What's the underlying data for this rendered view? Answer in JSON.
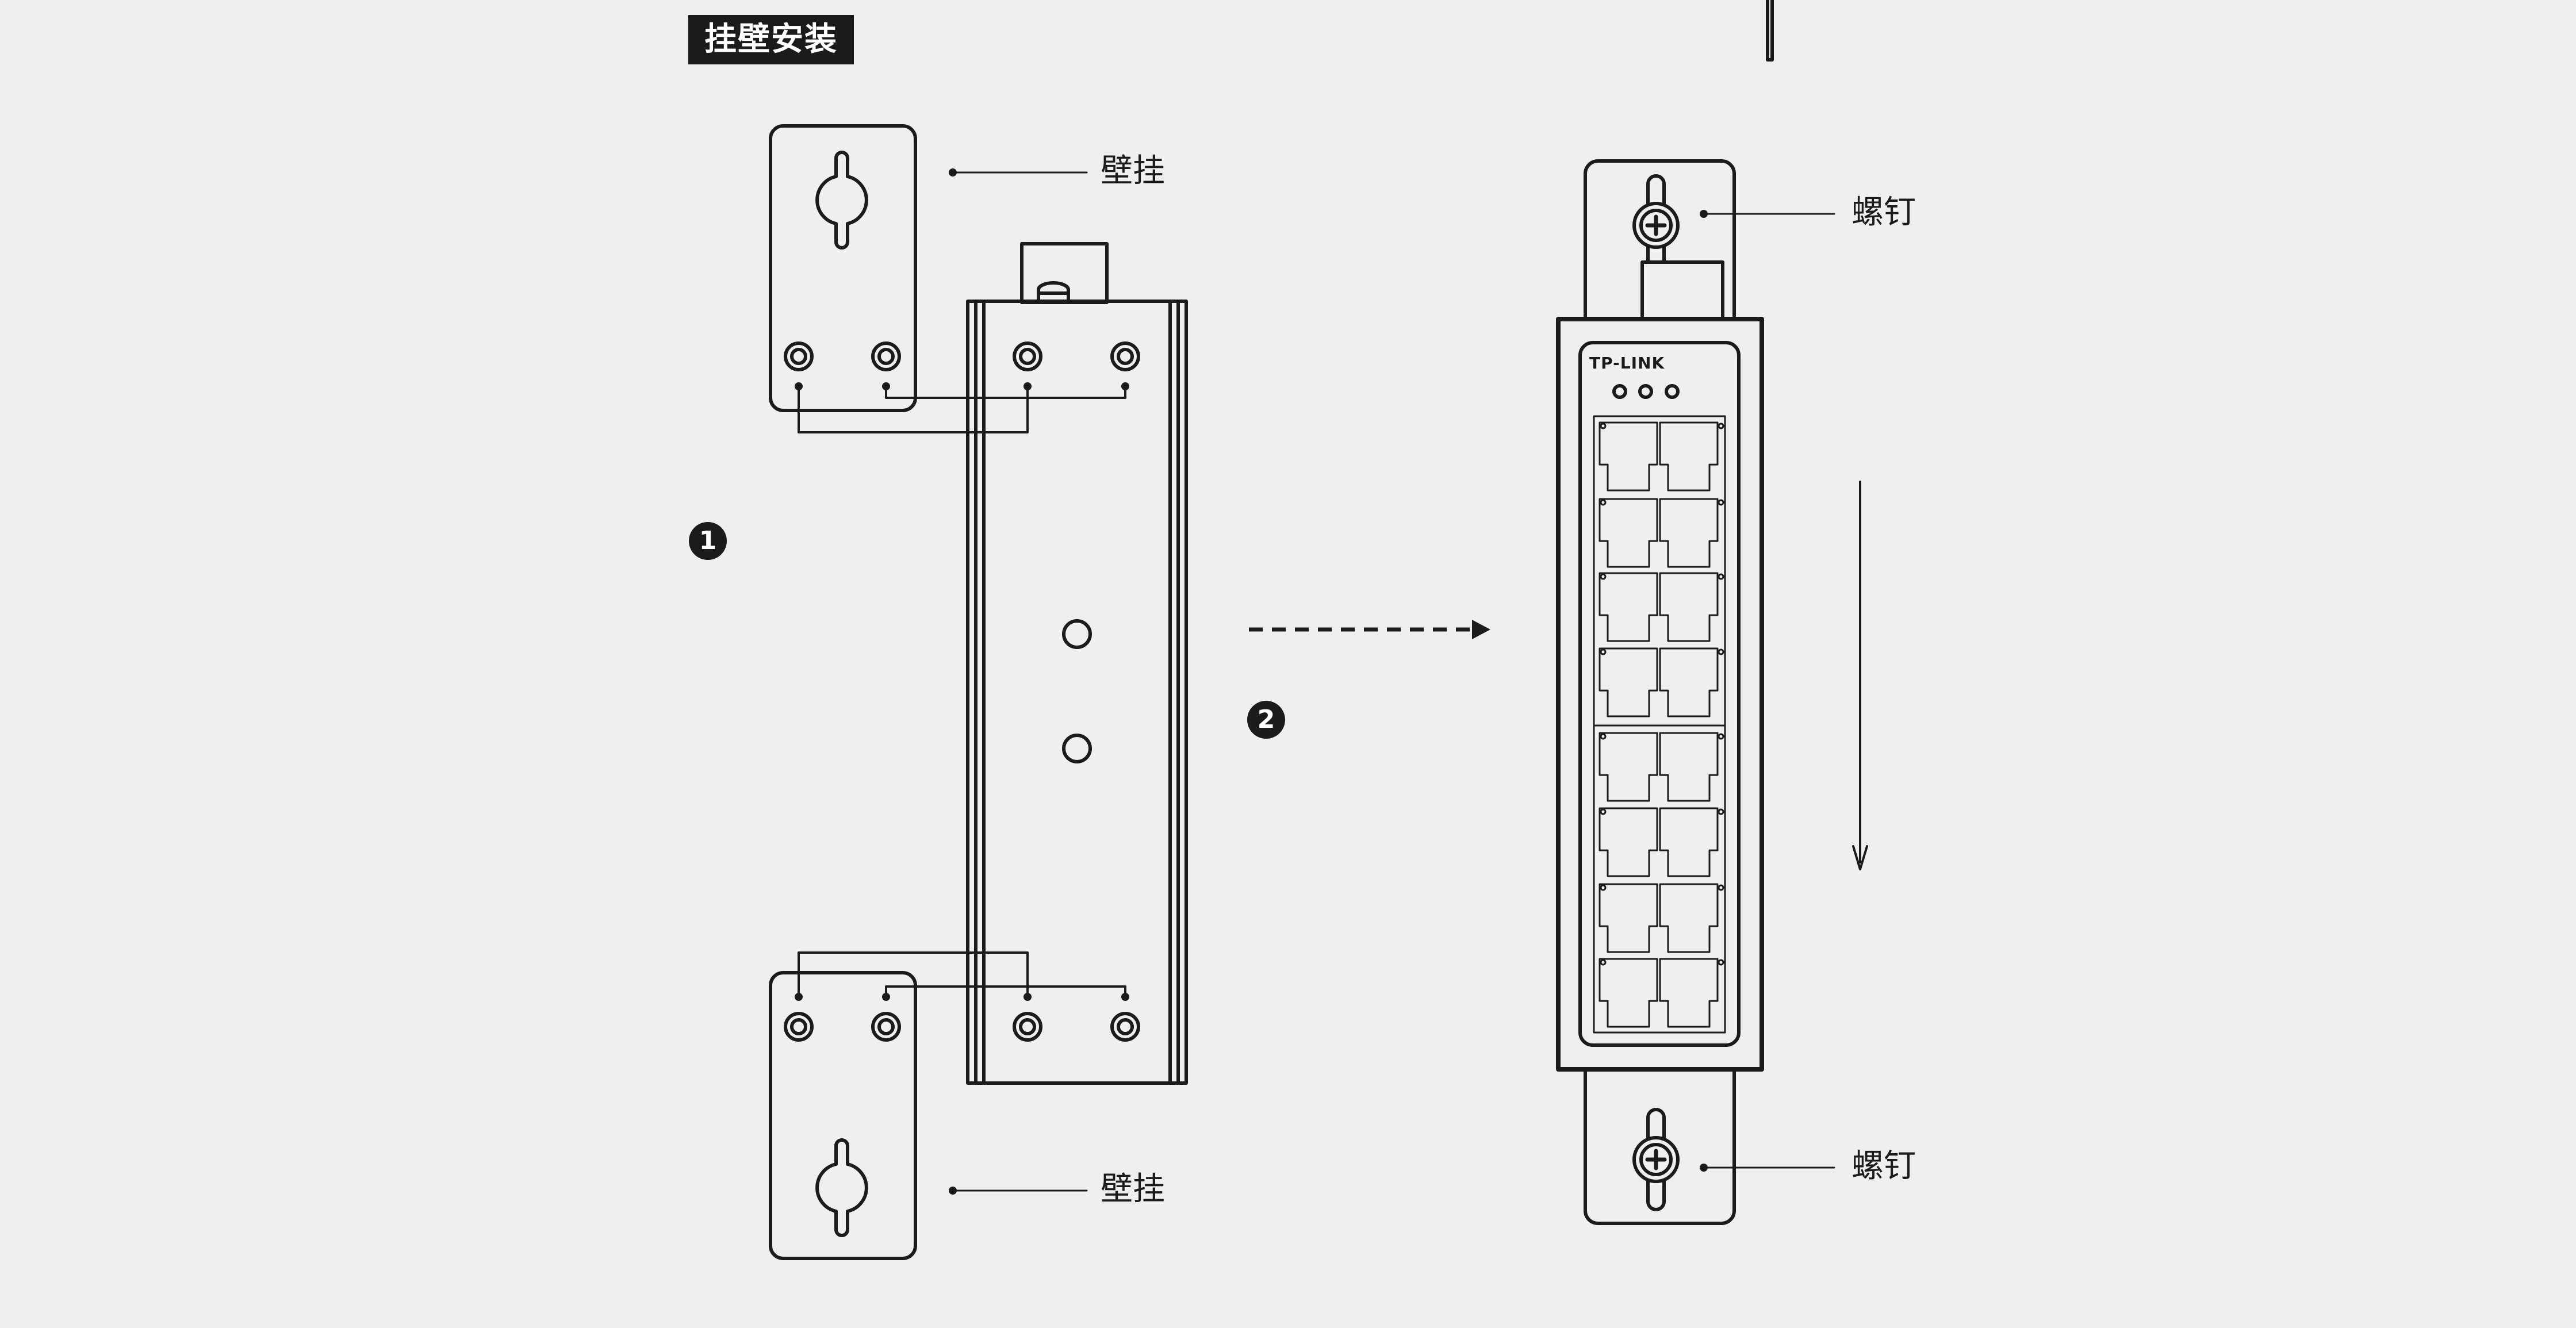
{
  "title": "挂壁安装",
  "steps": {
    "step1": "1",
    "step2": "2"
  },
  "labels": {
    "wall_mount_top": "壁挂",
    "wall_mount_bottom": "壁挂",
    "screw_top": "螺钉",
    "screw_bottom": "螺钉"
  },
  "device": {
    "brand": "TP-LINK"
  },
  "colors": {
    "ink": "#1b1b1b",
    "paper": "#efefef"
  }
}
